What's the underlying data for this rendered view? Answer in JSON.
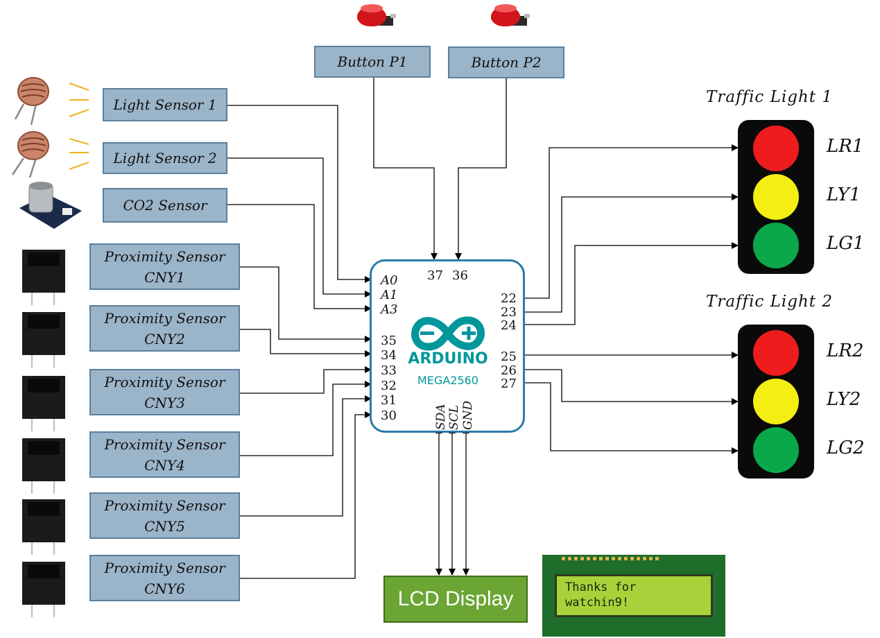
{
  "buttons": {
    "p1": "Button P1",
    "p2": "Button P2"
  },
  "sensors": {
    "light1": "Light Sensor 1",
    "light2": "Light Sensor 2",
    "co2": "CO2 Sensor",
    "proximity": [
      {
        "line1": "Proximity Sensor",
        "line2": "CNY1"
      },
      {
        "line1": "Proximity Sensor",
        "line2": "CNY2"
      },
      {
        "line1": "Proximity Sensor",
        "line2": "CNY3"
      },
      {
        "line1": "Proximity Sensor",
        "line2": "CNY4"
      },
      {
        "line1": "Proximity Sensor",
        "line2": "CNY5"
      },
      {
        "line1": "Proximity Sensor",
        "line2": "CNY6"
      }
    ]
  },
  "arduino": {
    "brand": "ARDUINO",
    "model": "MEGA2560",
    "pins_analog": [
      "A0",
      "A1",
      "A3"
    ],
    "pins_top": [
      "37",
      "36"
    ],
    "pins_left_digital": [
      "35",
      "34",
      "33",
      "32",
      "31",
      "30"
    ],
    "pins_right": [
      "22",
      "23",
      "24",
      "25",
      "26",
      "27"
    ],
    "pins_bottom": [
      "SDA",
      "SCL",
      "GND"
    ]
  },
  "traffic_lights": [
    {
      "title": "Traffic Light 1",
      "labels": [
        "LR1",
        "LY1",
        "LG1"
      ]
    },
    {
      "title": "Traffic Light 2",
      "labels": [
        "LR2",
        "LY2",
        "LG2"
      ]
    }
  ],
  "lcd": {
    "label": "LCD Display",
    "screen_line1": "Thanks for",
    "screen_line2": "watchin9!"
  },
  "colors": {
    "box_fill": "#9ab4c9",
    "lcd_fill": "#6ba534",
    "arduino_teal": "#00979c",
    "red": "#ee1c1c",
    "yellow": "#f5ee12",
    "green": "#0aa84b"
  }
}
